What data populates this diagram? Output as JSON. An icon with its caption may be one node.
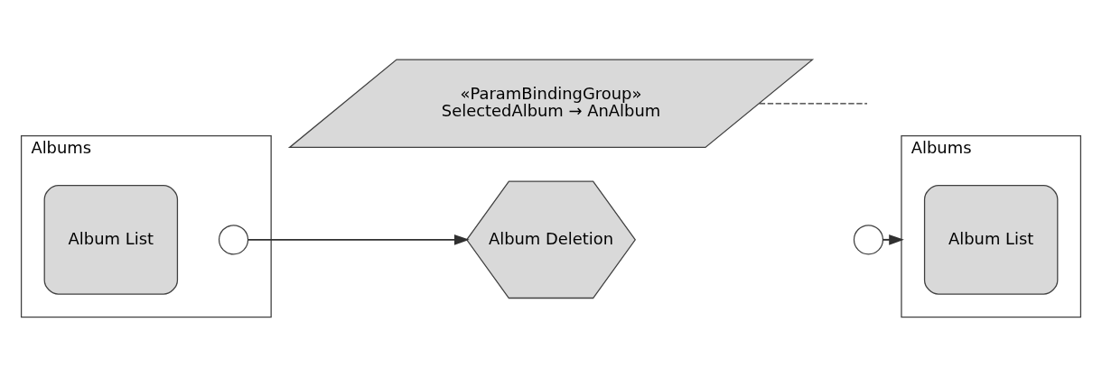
{
  "diagram": {
    "nodes": [
      {
        "text": [
          "Albums"
        ]
      },
      {
        "text": [
          "Album List"
        ],
        "in": 0
      },
      {
        "text": [],
        "shape": "circle",
        "in": 0
      },
      {
        "text": [
          "«ParamBindingGroup»",
          "SelectedAlbum → AnAlbum"
        ]
      },
      {
        "text": [
          "Album Deletion"
        ]
      },
      {
        "text": [],
        "shape": "circle"
      },
      {
        "text": [
          "Albums"
        ]
      },
      {
        "text": [
          "Album List"
        ],
        "in": 6
      }
    ],
    "edges": [
      {
        "from": 2,
        "to": 4,
        "arrow": "to"
      },
      {
        "from": 3,
        "to": null,
        "arrow": "none",
        "style": "dashed"
      },
      {
        "from": 5,
        "to": 6,
        "arrow": "to"
      }
    ]
  }
}
